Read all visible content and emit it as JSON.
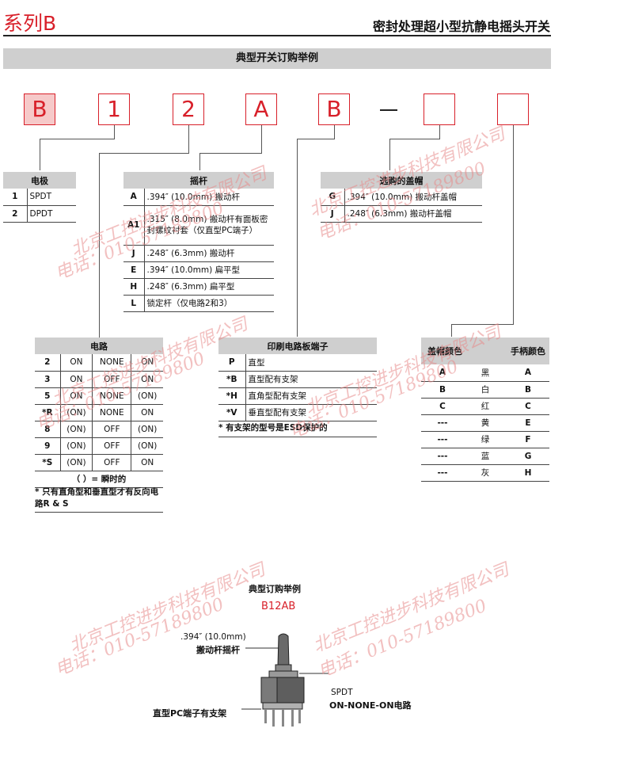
{
  "header": {
    "series": "系列B",
    "title": "密封处理超小型抗静电摇头开关"
  },
  "banner": "典型开关订购举例",
  "code": [
    "B",
    "1",
    "2",
    "A",
    "B",
    "",
    ""
  ],
  "poles": {
    "title": "电极",
    "rows": [
      {
        "k": "1",
        "v": "SPDT"
      },
      {
        "k": "2",
        "v": "DPDT"
      }
    ]
  },
  "lever": {
    "title": "摇杆",
    "rows": [
      {
        "k": "A",
        "v": ".394″ (10.0mm) 搬动杆"
      },
      {
        "k": "A1",
        "v": ".315″ (8.0mm) 搬动杆有面板密封螺纹衬套（仅直型PC端子）"
      },
      {
        "k": "J",
        "v": ".248″ (6.3mm) 搬动杆"
      },
      {
        "k": "E",
        "v": ".394″ (10.0mm) 扁平型"
      },
      {
        "k": "H",
        "v": ".248″ (6.3mm) 扁平型"
      },
      {
        "k": "L",
        "v": "锁定杆（仅电路2和3）"
      }
    ]
  },
  "caps": {
    "title": "选购的盖帽",
    "rows": [
      {
        "k": "G",
        "v": ".394″ (10.0mm) 搬动杆盖帽"
      },
      {
        "k": "J",
        "v": ".248″ (6.3mm) 搬动杆盖帽"
      }
    ]
  },
  "circuit": {
    "title": "电路",
    "rows": [
      {
        "k": "2",
        "a": "ON",
        "b": "NONE",
        "c": "ON"
      },
      {
        "k": "3",
        "a": "ON",
        "b": "OFF",
        "c": "ON"
      },
      {
        "k": "5",
        "a": "ON",
        "b": "NONE",
        "c": "(ON)"
      },
      {
        "k": "*R",
        "a": "(ON)",
        "b": "NONE",
        "c": "ON"
      },
      {
        "k": "8",
        "a": "(ON)",
        "b": "OFF",
        "c": "(ON)"
      },
      {
        "k": "9",
        "a": "(ON)",
        "b": "OFF",
        "c": "(ON)"
      },
      {
        "k": "*S",
        "a": "(ON)",
        "b": "OFF",
        "c": "ON"
      }
    ],
    "legend": "（ ）= 瞬时的",
    "note": "* 只有直角型和垂直型才有反向电路R & S"
  },
  "pcb": {
    "title": "印刷电路板端子",
    "rows": [
      {
        "k": "P",
        "v": "直型"
      },
      {
        "k": "*B",
        "v": "直型配有支架"
      },
      {
        "k": "*H",
        "v": "直角型配有支架"
      },
      {
        "k": "*V",
        "v": "垂直型配有支架"
      }
    ],
    "note": "* 有支架的型号是ESD保护的"
  },
  "colors": {
    "h1": "盖帽颜色",
    "h2": "手柄颜色",
    "rows": [
      {
        "a": "A",
        "m": "黑",
        "b": "A"
      },
      {
        "a": "B",
        "m": "白",
        "b": "B"
      },
      {
        "a": "C",
        "m": "红",
        "b": "C"
      },
      {
        "a": "---",
        "m": "黄",
        "b": "E"
      },
      {
        "a": "---",
        "m": "绿",
        "b": "F"
      },
      {
        "a": "---",
        "m": "蓝",
        "b": "G"
      },
      {
        "a": "---",
        "m": "灰",
        "b": "H"
      }
    ]
  },
  "example": {
    "title": "典型订购举例",
    "code": "B12AB",
    "lever_dim": ".394″ (10.0mm)",
    "lever_name": "搬动杆摇杆",
    "pole": "SPDT",
    "circuit": "ON-NONE-ON电路",
    "pcb": "直型PC端子有支架"
  },
  "watermark": {
    "company": "北京工控进步科技有限公司",
    "phone": "电话：010-57189800"
  },
  "accent": "#d8202a"
}
